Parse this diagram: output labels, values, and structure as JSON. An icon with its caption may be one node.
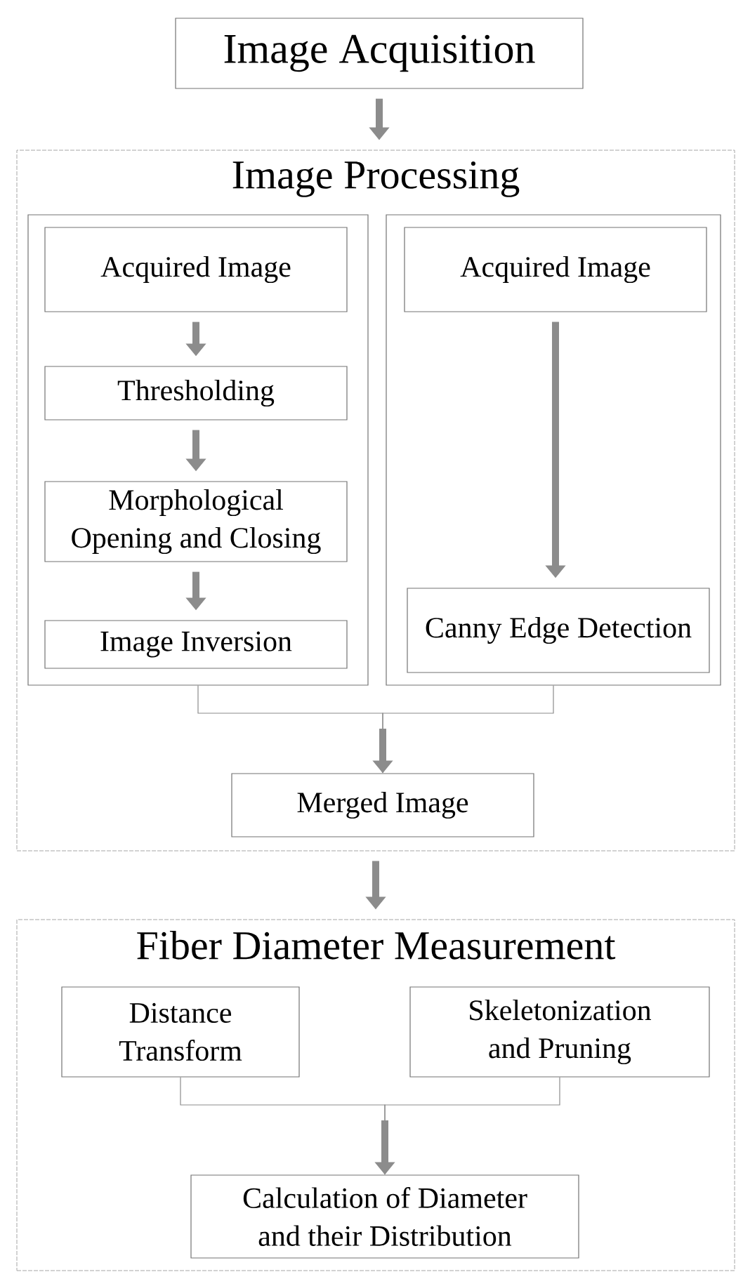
{
  "diagram": {
    "nodes": [
      {
        "text": [
          "Image Acquisition"
        ]
      },
      {
        "text": [
          "Image Processing"
        ]
      },
      {
        "text": [],
        "shape": "box",
        "in": 1
      },
      {
        "text": [
          "Acquired Image"
        ],
        "in": 2
      },
      {
        "text": [
          "Thresholding"
        ],
        "in": 2
      },
      {
        "text": [
          "Morphological Opening and Closing"
        ],
        "in": 2
      },
      {
        "text": [
          "Image Inversion"
        ],
        "in": 2
      },
      {
        "text": [],
        "shape": "box",
        "in": 1
      },
      {
        "text": [
          "Acquired Image"
        ],
        "in": 7
      },
      {
        "text": [
          "Canny Edge Detection"
        ],
        "in": 7
      },
      {
        "text": [
          "Merged Image"
        ],
        "in": 1
      },
      {
        "text": [
          "Fiber Diameter Measurement"
        ]
      },
      {
        "text": [
          "Distance Transform"
        ],
        "in": 11
      },
      {
        "text": [
          "Skeletonization and Pruning"
        ],
        "in": 11
      },
      {
        "text": [
          "Calculation of Diameter and their Distribution"
        ],
        "in": 11
      }
    ],
    "edges": [
      {
        "from": 0,
        "to": 1,
        "arrow": "to"
      },
      {
        "from": 3,
        "to": 4,
        "arrow": "to"
      },
      {
        "from": 4,
        "to": 5,
        "arrow": "to"
      },
      {
        "from": 5,
        "to": 6,
        "arrow": "to"
      },
      {
        "from": 8,
        "to": 9,
        "arrow": "to"
      },
      {
        "from": 2,
        "to": 10,
        "arrow": "to"
      },
      {
        "from": 7,
        "to": 10,
        "arrow": "to"
      },
      {
        "from": 1,
        "to": 11,
        "arrow": "to"
      },
      {
        "from": 12,
        "to": 14,
        "arrow": "to"
      },
      {
        "from": 13,
        "to": 14,
        "arrow": "to"
      }
    ]
  }
}
